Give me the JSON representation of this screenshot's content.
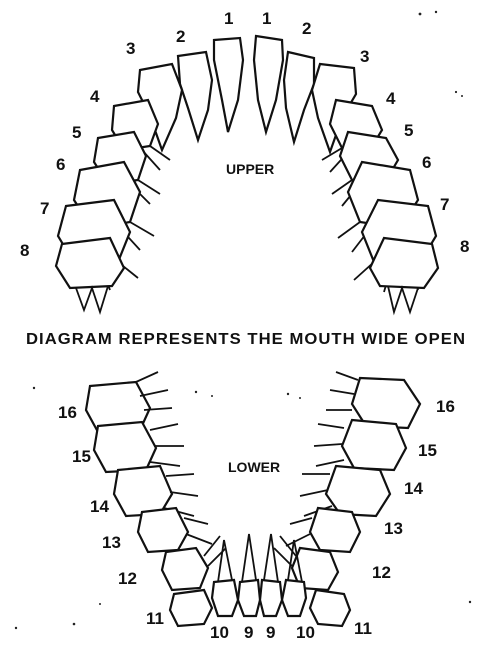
{
  "upper": {
    "label": "UPPER",
    "left_numbers": [
      "1",
      "2",
      "3",
      "4",
      "5",
      "6",
      "7",
      "8"
    ],
    "right_numbers": [
      "1",
      "2",
      "3",
      "4",
      "5",
      "6",
      "7",
      "8"
    ]
  },
  "caption": "DIAGRAM REPRESENTS THE MOUTH WIDE OPEN",
  "lower": {
    "label": "LOWER",
    "left_numbers": [
      "16",
      "15",
      "14",
      "13",
      "12",
      "11",
      "10",
      "9"
    ],
    "right_numbers": [
      "16",
      "15",
      "14",
      "13",
      "12",
      "11",
      "10",
      "9"
    ]
  }
}
